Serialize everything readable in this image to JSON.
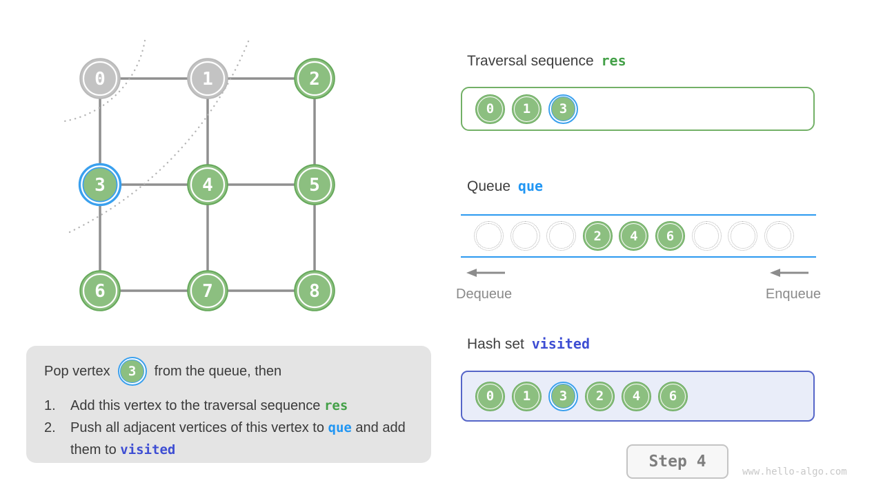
{
  "graph": {
    "node_labels": [
      "0",
      "1",
      "2",
      "3",
      "4",
      "5",
      "6",
      "7",
      "8"
    ],
    "node_states": [
      "gray",
      "gray",
      "green",
      "active",
      "green",
      "green",
      "green",
      "green",
      "green"
    ],
    "edges": [
      [
        0,
        1
      ],
      [
        1,
        2
      ],
      [
        3,
        4
      ],
      [
        4,
        5
      ],
      [
        6,
        7
      ],
      [
        7,
        8
      ],
      [
        0,
        3
      ],
      [
        1,
        4
      ],
      [
        2,
        5
      ],
      [
        3,
        6
      ],
      [
        4,
        7
      ],
      [
        5,
        8
      ]
    ]
  },
  "panels": {
    "res": {
      "title": "Traversal sequence",
      "code": "res",
      "items": [
        {
          "label": "0",
          "state": "green"
        },
        {
          "label": "1",
          "state": "green"
        },
        {
          "label": "3",
          "state": "active"
        }
      ]
    },
    "queue": {
      "title": "Queue",
      "code": "que",
      "slots": [
        {
          "label": "",
          "state": "empty"
        },
        {
          "label": "",
          "state": "empty"
        },
        {
          "label": "",
          "state": "empty"
        },
        {
          "label": "2",
          "state": "green"
        },
        {
          "label": "4",
          "state": "green"
        },
        {
          "label": "6",
          "state": "green"
        },
        {
          "label": "",
          "state": "empty"
        },
        {
          "label": "",
          "state": "empty"
        },
        {
          "label": "",
          "state": "empty"
        }
      ],
      "dequeue_label": "Dequeue",
      "enqueue_label": "Enqueue"
    },
    "visited": {
      "title": "Hash set",
      "code": "visited",
      "items": [
        {
          "label": "0",
          "state": "green"
        },
        {
          "label": "1",
          "state": "green"
        },
        {
          "label": "3",
          "state": "active"
        },
        {
          "label": "2",
          "state": "green"
        },
        {
          "label": "4",
          "state": "green"
        },
        {
          "label": "6",
          "state": "green"
        }
      ]
    }
  },
  "explanation": {
    "intro_before": "Pop vertex",
    "vertex_label": "3",
    "intro_after": "from the queue, then",
    "items": [
      {
        "num": "1.",
        "parts": [
          {
            "t": "Add this vertex to the traversal sequence "
          },
          {
            "t": "res",
            "style": "code-green"
          }
        ]
      },
      {
        "num": "2.",
        "parts": [
          {
            "t": "Push all adjacent vertices of this vertex to "
          },
          {
            "t": "que",
            "style": "code-blue"
          },
          {
            "t": " and add them to "
          },
          {
            "t": "visited",
            "style": "code-indigo"
          }
        ]
      }
    ]
  },
  "footer": {
    "step_label": "Step 4",
    "watermark": "www.hello-algo.com"
  },
  "colors": {
    "vertex_green_fill": "#8CBF80",
    "vertex_green_border": "#66A95B",
    "vertex_gray_fill": "#C3C3C3",
    "vertex_gray_border": "#B9B9B9",
    "highlight_blue": "#3AA0EE",
    "res_text_green": "#43A047",
    "que_text_blue": "#2196F3",
    "visited_text_indigo": "#3D4DD3",
    "queue_line_blue": "#2B99F0",
    "res_box_border_green": "#72B066",
    "visited_box_border_indigo": "#5565C8",
    "visited_box_fill": "#E9EDF9",
    "explain_box_fill": "#E4E4E4"
  }
}
